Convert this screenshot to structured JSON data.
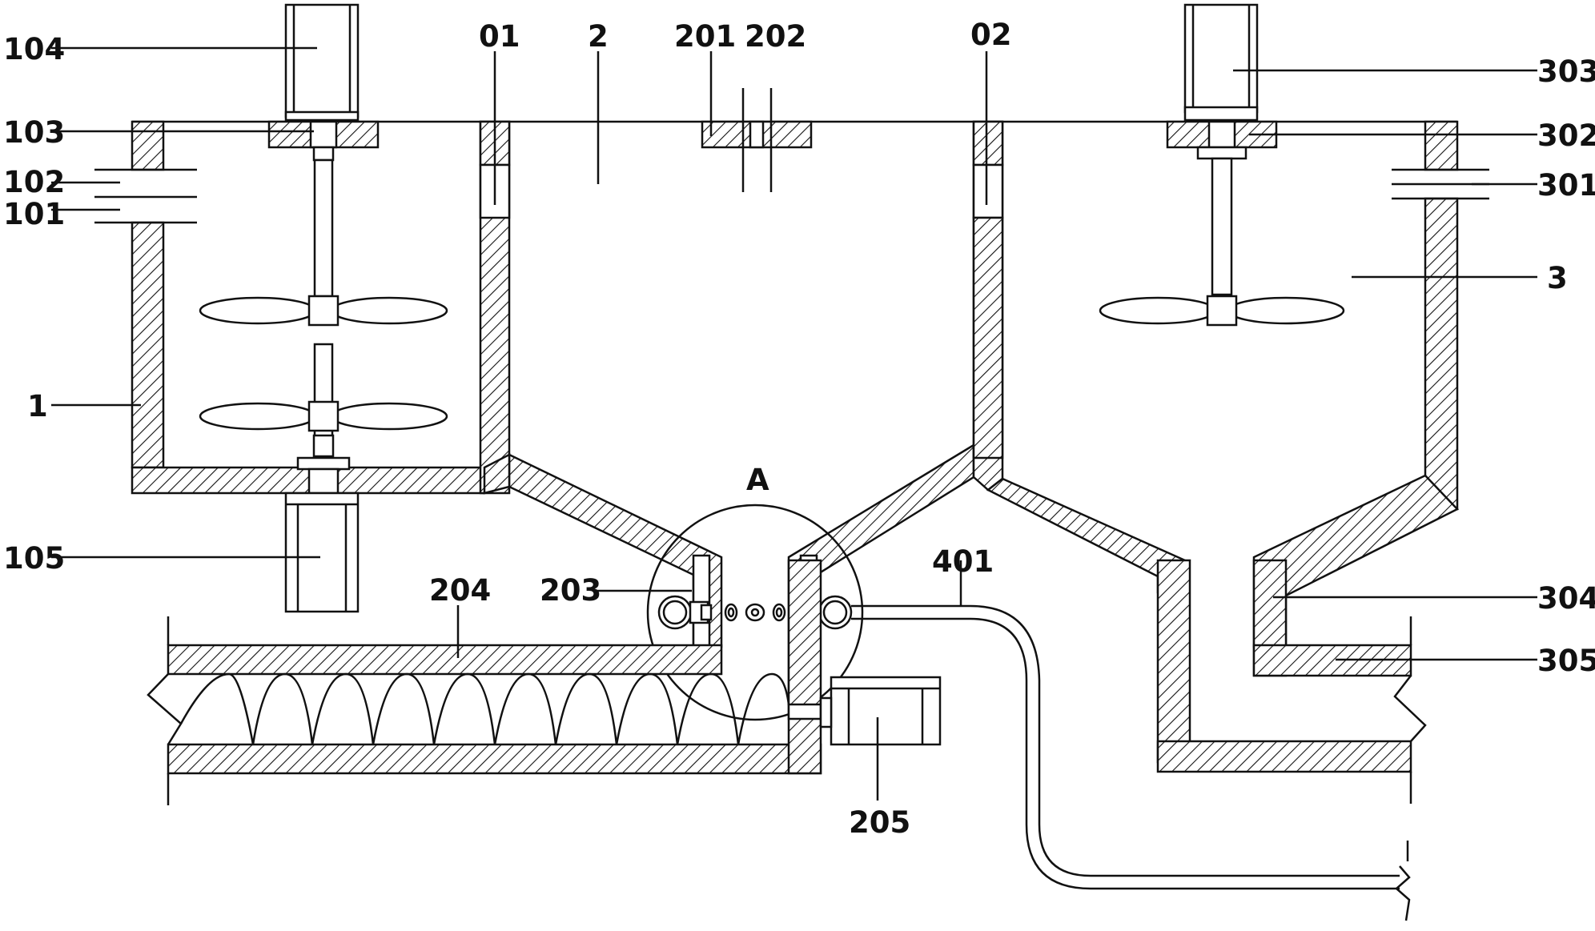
{
  "diagram": {
    "labels": {
      "l104": "104",
      "l103": "103",
      "l102": "102",
      "l101": "101",
      "l1": "1",
      "l105": "105",
      "l01": "01",
      "l2": "2",
      "l201": "201",
      "l202": "202",
      "l02": "02",
      "l303": "303",
      "l302": "302",
      "l301": "301",
      "l3": "3",
      "lA": "A",
      "l401": "401",
      "l203": "203",
      "l204": "204",
      "l205": "205",
      "l304": "304",
      "l305": "305"
    }
  }
}
